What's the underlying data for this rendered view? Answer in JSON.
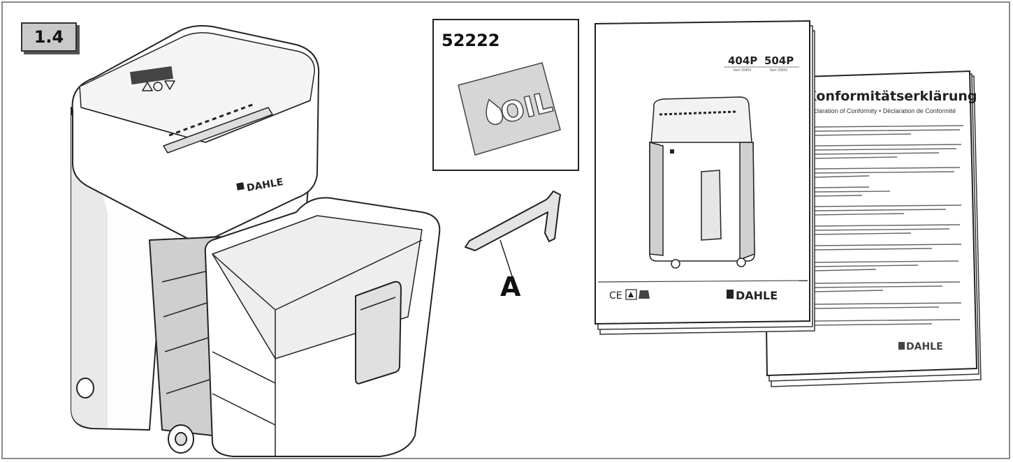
{
  "figure": {
    "number": "1.4"
  },
  "oil_pack": {
    "part_number": "52222",
    "label": "OIL"
  },
  "hex_key": {
    "callout": "A"
  },
  "shredder": {
    "brand": "DAHLE"
  },
  "manual": {
    "models": [
      "404P",
      "504P"
    ],
    "model_subs": [
      "Item 20404",
      "Item 20504"
    ],
    "marks": "CE",
    "brand": "DAHLE"
  },
  "declaration": {
    "title": "Konformitätserklärung",
    "subtitle": "Declaration of Conformity • Déclaration de Conformité",
    "brand": "DAHLE"
  }
}
